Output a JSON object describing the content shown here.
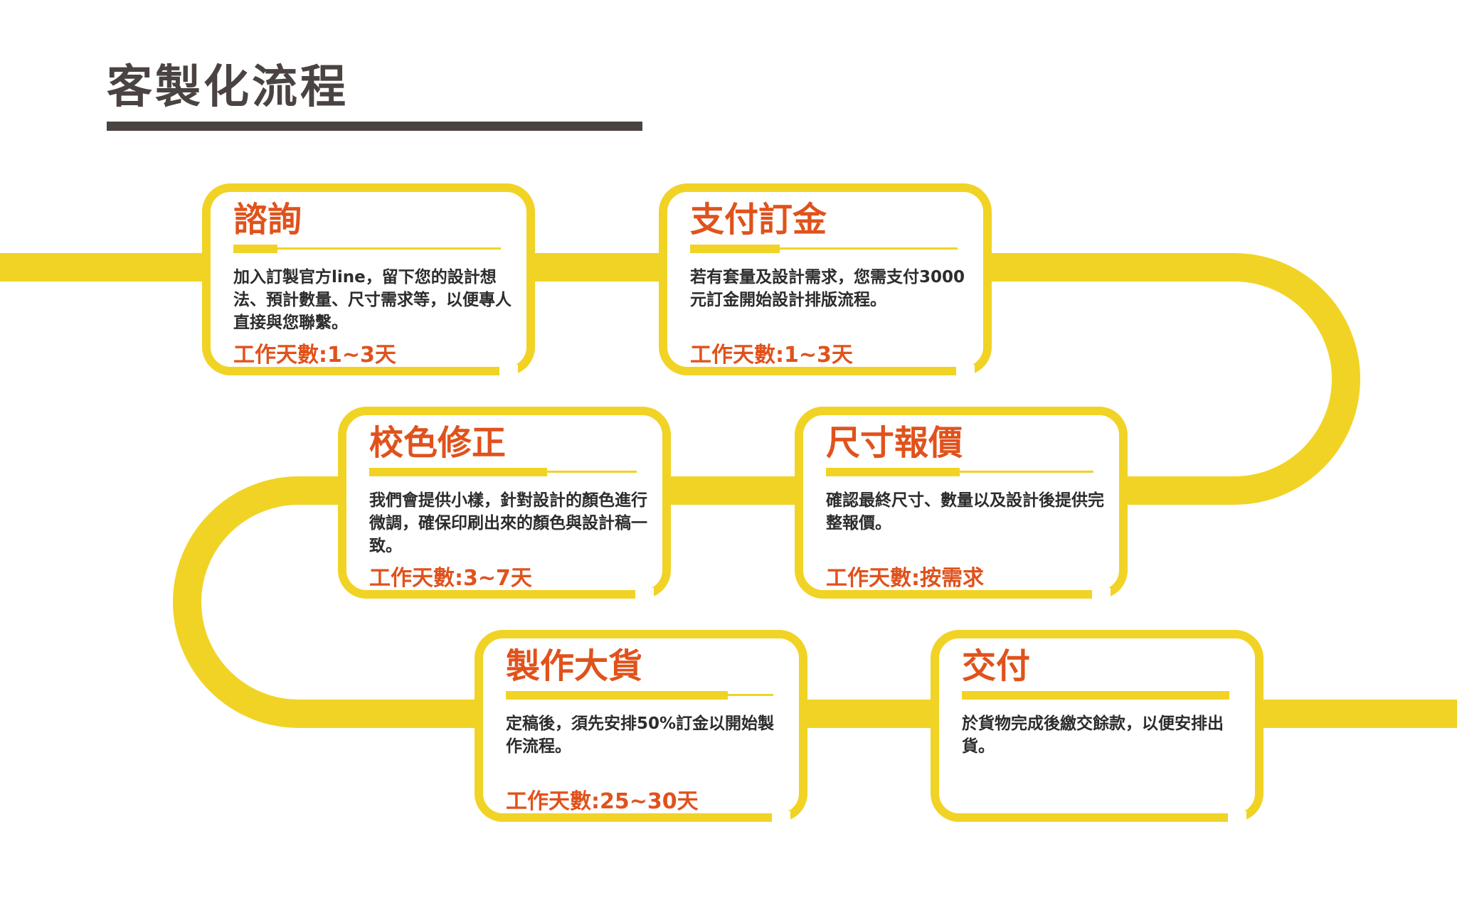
{
  "page": {
    "title": "客製化流程"
  },
  "colors": {
    "accent_yellow": "#f1d325",
    "title_orange": "#e0521c",
    "heading_dark": "#4a4341",
    "body_text": "#2c2c2c"
  },
  "steps": [
    {
      "title": "諮詢",
      "description": "加入訂製官方line，留下您的設計想法、預計數量、尺寸需求等，以便專人直接與您聯繫。",
      "work_days": "工作天數:1~3天"
    },
    {
      "title": "支付訂金",
      "description": "若有套量及設計需求，您需支付3000元訂金開始設計排版流程。",
      "work_days": "工作天數:1~3天"
    },
    {
      "title": "尺寸報價",
      "description": "確認最終尺寸、數量以及設計後提供完整報價。",
      "work_days": "工作天數:按需求"
    },
    {
      "title": "校色修正",
      "description": "我們會提供小樣，針對設計的顏色進行微調，確保印刷出來的顏色與設計稿一致。",
      "work_days": "工作天數:3~7天"
    },
    {
      "title": "製作大貨",
      "description": "定稿後，須先安排50%訂金以開始製作流程。",
      "work_days": "工作天數:25~30天"
    },
    {
      "title": "交付",
      "description": "於貨物完成後繳交餘款，以便安排出貨。",
      "work_days": ""
    }
  ]
}
